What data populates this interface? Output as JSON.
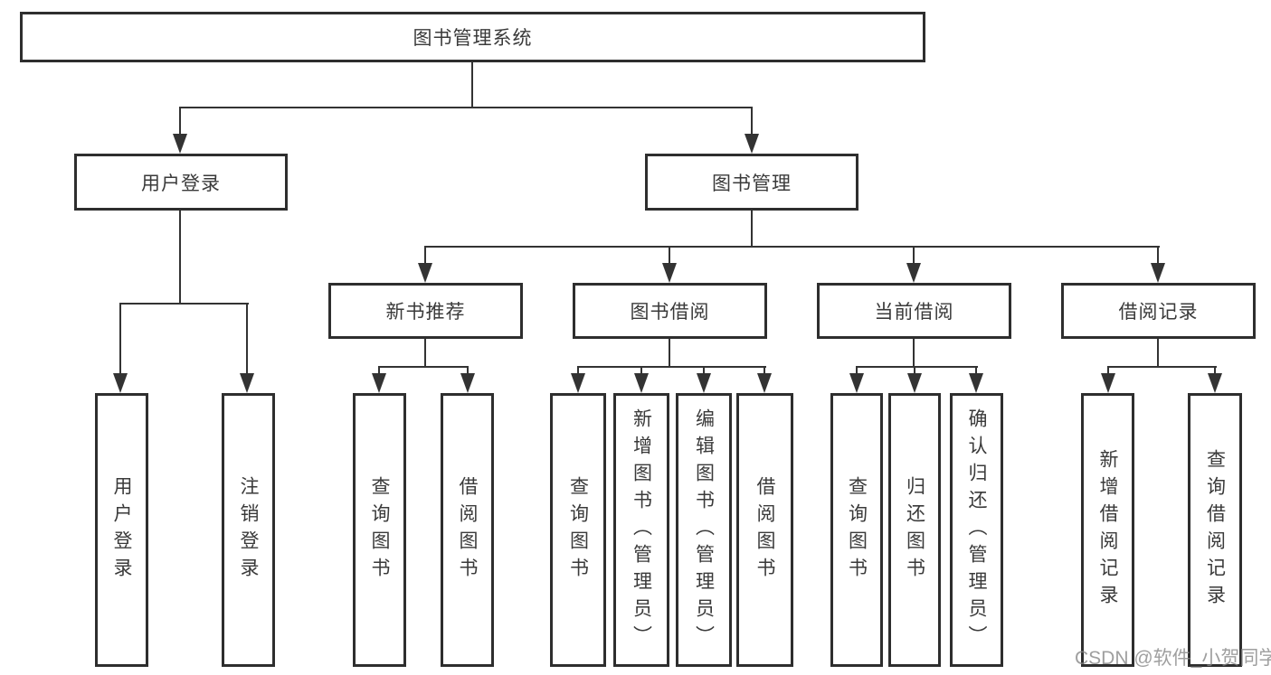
{
  "diagram": {
    "title_node": "图书管理系统",
    "type": "hierarchy-tree"
  },
  "tree": {
    "root": "图书管理系统",
    "level2": [
      "用户登录",
      "图书管理"
    ],
    "level3": [
      "新书推荐",
      "图书借阅",
      "当前借阅",
      "借阅记录"
    ],
    "leaves": {
      "user_login": [
        "用户登录",
        "注销登录"
      ],
      "new_book_recommend": [
        "查询图书",
        "借阅图书"
      ],
      "book_borrow": [
        "查询图书",
        "新增图书（管理员）",
        "编辑图书（管理员）",
        "借阅图书"
      ],
      "current_borrow": [
        "查询图书",
        "归还图书",
        "确认归还（管理员）"
      ],
      "borrow_records": [
        "新增借阅记录",
        "查询借阅记录"
      ]
    }
  },
  "watermark": "CSDN @软件_小贺同学",
  "colors": {
    "background": "#ffffff",
    "box_border": "#2e2e2e",
    "connector_line": "#333333",
    "text": "#3a3a3a",
    "watermark": "#878787"
  }
}
